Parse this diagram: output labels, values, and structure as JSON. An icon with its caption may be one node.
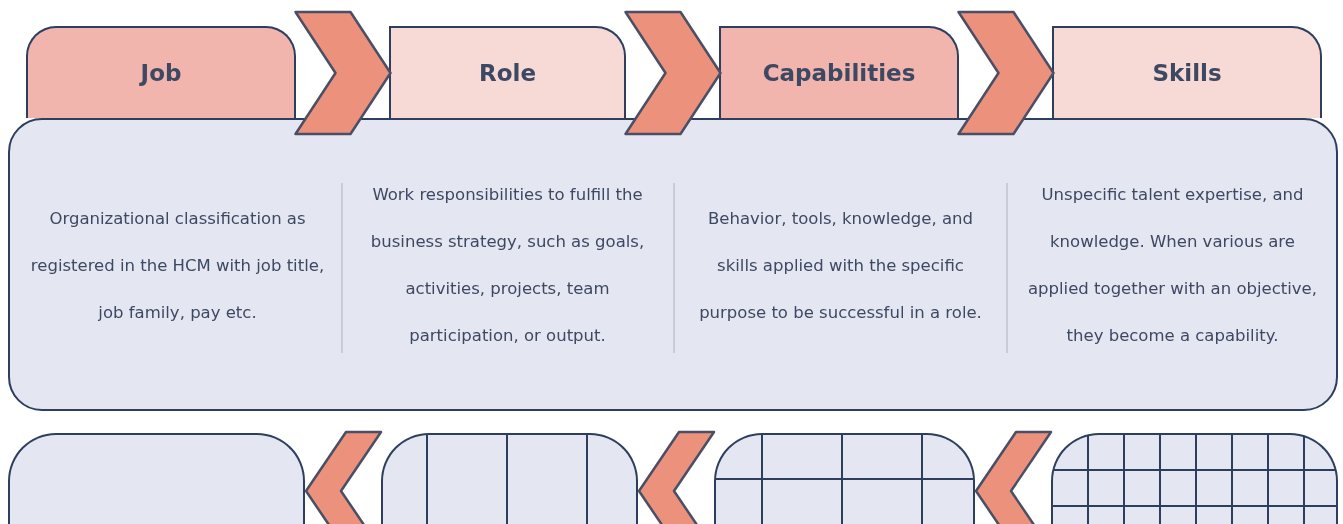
{
  "diagram": {
    "nodes": [
      {
        "text": [
          "Job"
        ]
      },
      {
        "text": [
          "Role"
        ]
      },
      {
        "text": [
          "Capabilities"
        ]
      },
      {
        "text": [
          "Skills"
        ]
      },
      {
        "text": [],
        "shape": "box"
      },
      {
        "text": [],
        "shape": "box"
      },
      {
        "text": [],
        "shape": "box"
      },
      {
        "text": [],
        "shape": "box"
      }
    ],
    "edges": [
      {
        "from": 0,
        "to": 1,
        "arrow": "to"
      },
      {
        "from": 1,
        "to": 2,
        "arrow": "to"
      },
      {
        "from": 2,
        "to": 3,
        "arrow": "to"
      },
      {
        "from": 5,
        "to": 4,
        "arrow": "to"
      },
      {
        "from": 6,
        "to": 5,
        "arrow": "to"
      },
      {
        "from": 7,
        "to": 6,
        "arrow": "to"
      }
    ],
    "labels": [
      "Organizational classification as registered in the HCM with job title, job family, pay etc.",
      "Work responsibilities to fulfill the business strategy, such as goals, activities, projects, team participation, or output.",
      "Behavior, tools, knowledge, and skills applied with the specific purpose to be successful in a role.",
      "Unspecific talent expertise, and knowledge. When various are applied together with an objective, they become a capability."
    ]
  }
}
